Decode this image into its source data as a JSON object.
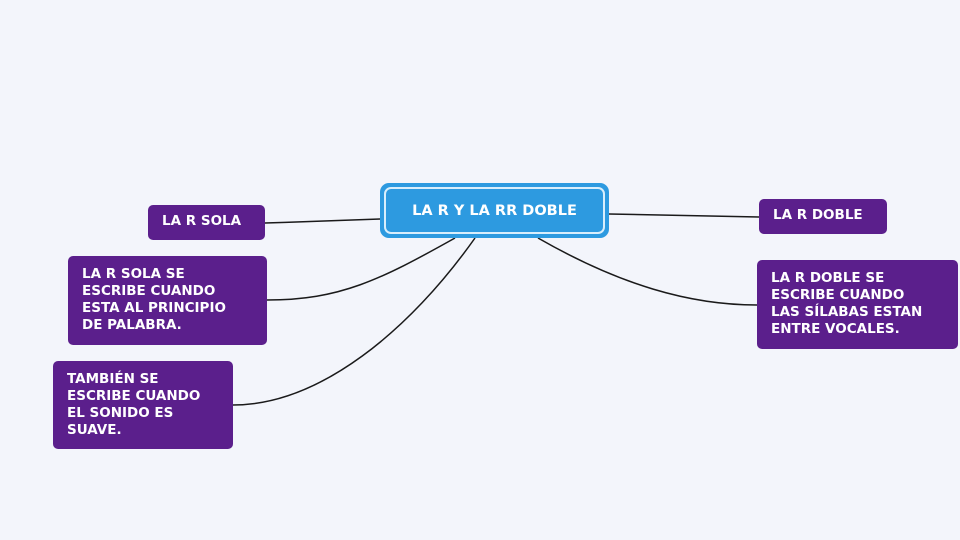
{
  "colors": {
    "central": "#2d9ae0",
    "node": "#5b1f8c",
    "link": "#1a1a1a",
    "background": "#f3f5fb"
  },
  "central": {
    "title": "LA R Y LA RR DOBLE"
  },
  "nodes": [
    {
      "lines": [
        "LA R SOLA"
      ]
    },
    {
      "lines": [
        "LA R SOLA SE",
        "ESCRIBE CUANDO",
        "ESTA AL PRINCIPIO",
        "DE PALABRA."
      ]
    },
    {
      "lines": [
        "TAMBIÉN SE",
        "ESCRIBE CUANDO",
        "EL SONIDO ES",
        "SUAVE."
      ]
    },
    {
      "lines": [
        "LA R DOBLE"
      ]
    },
    {
      "lines": [
        "LA R DOBLE SE",
        "ESCRIBE CUANDO",
        "LAS SÍLABAS ESTAN",
        "ENTRE VOCALES."
      ]
    }
  ]
}
